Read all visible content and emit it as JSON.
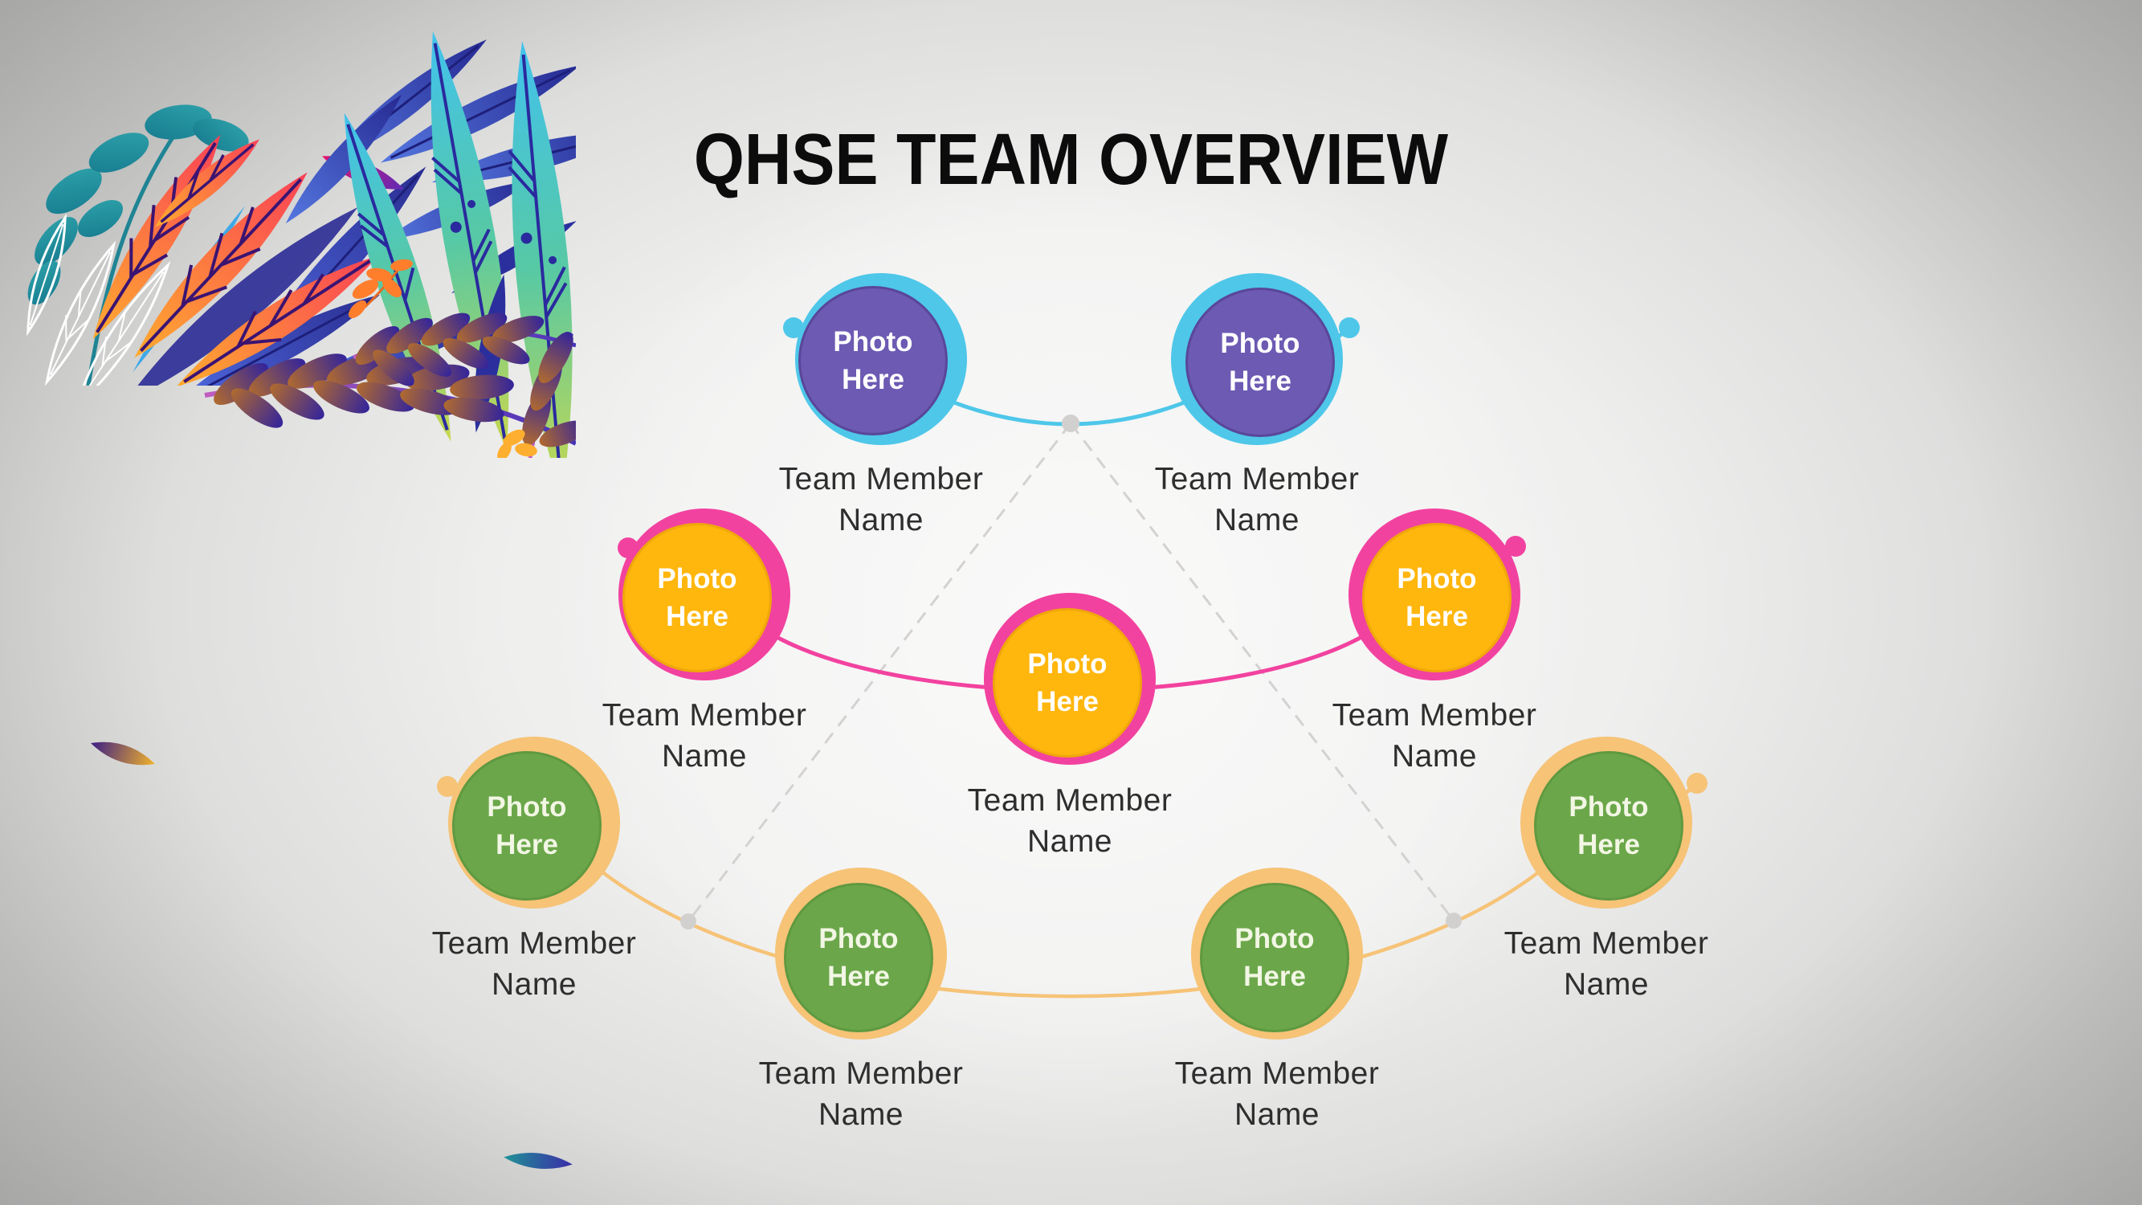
{
  "title": "QHSE TEAM OVERVIEW",
  "members": [
    {
      "position": "top-left",
      "photo_label": "Photo Here",
      "name": "Team Member Name",
      "circle_color": "#6c5ab3",
      "ring_color": "#4ec7e9"
    },
    {
      "position": "top-right",
      "photo_label": "Photo Here",
      "name": "Team Member Name",
      "circle_color": "#6c5ab3",
      "ring_color": "#4ec7e9"
    },
    {
      "position": "middle-left",
      "photo_label": "Photo Here",
      "name": "Team Member Name",
      "circle_color": "#ffb60d",
      "ring_color": "#f2429f"
    },
    {
      "position": "middle-center",
      "photo_label": "Photo Here",
      "name": "Team Member Name",
      "circle_color": "#ffb60d",
      "ring_color": "#f2429f"
    },
    {
      "position": "middle-right",
      "photo_label": "Photo Here",
      "name": "Team Member Name",
      "circle_color": "#ffb60d",
      "ring_color": "#f2429f"
    },
    {
      "position": "bottom-left",
      "photo_label": "Photo Here",
      "name": "Team Member Name",
      "circle_color": "#6ba74a",
      "ring_color": "#f6c377"
    },
    {
      "position": "bottom-middle-left",
      "photo_label": "Photo Here",
      "name": "Team Member Name",
      "circle_color": "#6ba74a",
      "ring_color": "#f6c377"
    },
    {
      "position": "bottom-middle-right",
      "photo_label": "Photo Here",
      "name": "Team Member Name",
      "circle_color": "#6ba74a",
      "ring_color": "#f6c377"
    },
    {
      "position": "bottom-right",
      "photo_label": "Photo Here",
      "name": "Team Member Name",
      "circle_color": "#6ba74a",
      "ring_color": "#f6c377"
    }
  ],
  "colors": {
    "background_center": "#f2f2f1",
    "background_edge": "#a7a7a6",
    "title_text": "#0c0c0c",
    "label_text": "#2e2e2e",
    "top_row_accent": "#4ec7e9",
    "middle_row_accent": "#f2429f",
    "bottom_row_accent": "#f6c377",
    "dashed_line": "#d4d2d0",
    "node_dot": "#d2d0ce"
  }
}
